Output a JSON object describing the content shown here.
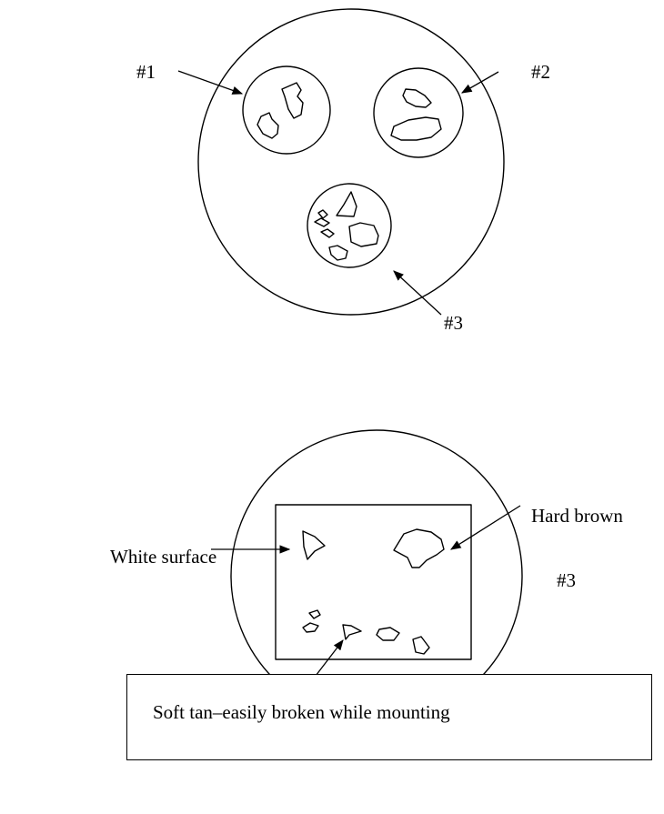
{
  "top_figure": {
    "labels": {
      "sample_1": "#1",
      "sample_2": "#2",
      "sample_3": "#3"
    }
  },
  "bottom_figure": {
    "labels": {
      "sample": "#3",
      "white_surface": "White surface",
      "hard_brown": "Hard brown"
    },
    "caption": "Soft tan–easily broken while mounting"
  }
}
